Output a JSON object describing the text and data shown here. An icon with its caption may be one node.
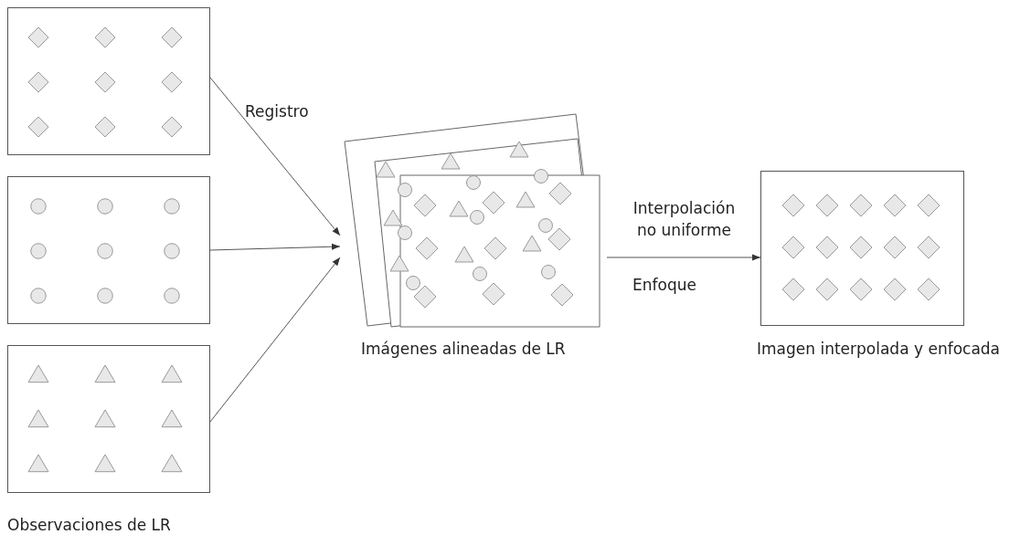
{
  "diagram": {
    "nodes": [
      {
        "text": [],
        "shape": "box"
      },
      {
        "text": [],
        "shape": "box"
      },
      {
        "text": [],
        "shape": "box"
      },
      {
        "text": [],
        "shape": "box",
        "beside": [
          "Imágenes alineadas de LR"
        ]
      },
      {
        "text": [],
        "shape": "box",
        "beside": [
          "Imagen interpolada y enfocada"
        ]
      }
    ],
    "edges": [
      {
        "from": 0,
        "to": 3,
        "arrow": "to"
      },
      {
        "from": 1,
        "to": 3,
        "arrow": "to"
      },
      {
        "from": 2,
        "to": 3,
        "arrow": "to"
      },
      {
        "from": 3,
        "to": 4,
        "arrow": "to",
        "label": "Interpolación no uniforme"
      }
    ],
    "labels": [
      "Registro",
      "Enfoque",
      "Observaciones de LR"
    ]
  }
}
